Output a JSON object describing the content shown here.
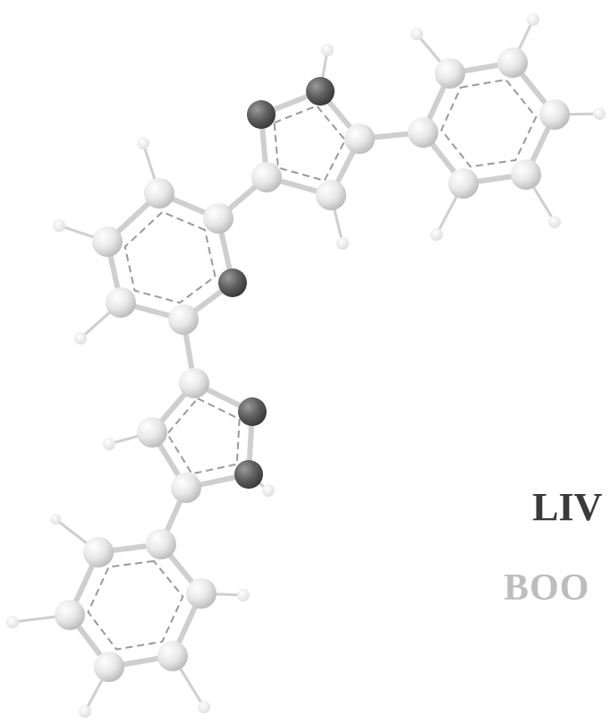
{
  "cover": {
    "title_fragment": "LIV",
    "subtitle_fragment": "BOO"
  },
  "molecule": {
    "illustration": "ball-and-stick-molecule",
    "colors": {
      "light_atom": "#e6e6e6",
      "dark_atom": "#5e5e5e",
      "bond": "#cfcfcf",
      "aromatic_dash": "#9a9a9a"
    }
  }
}
